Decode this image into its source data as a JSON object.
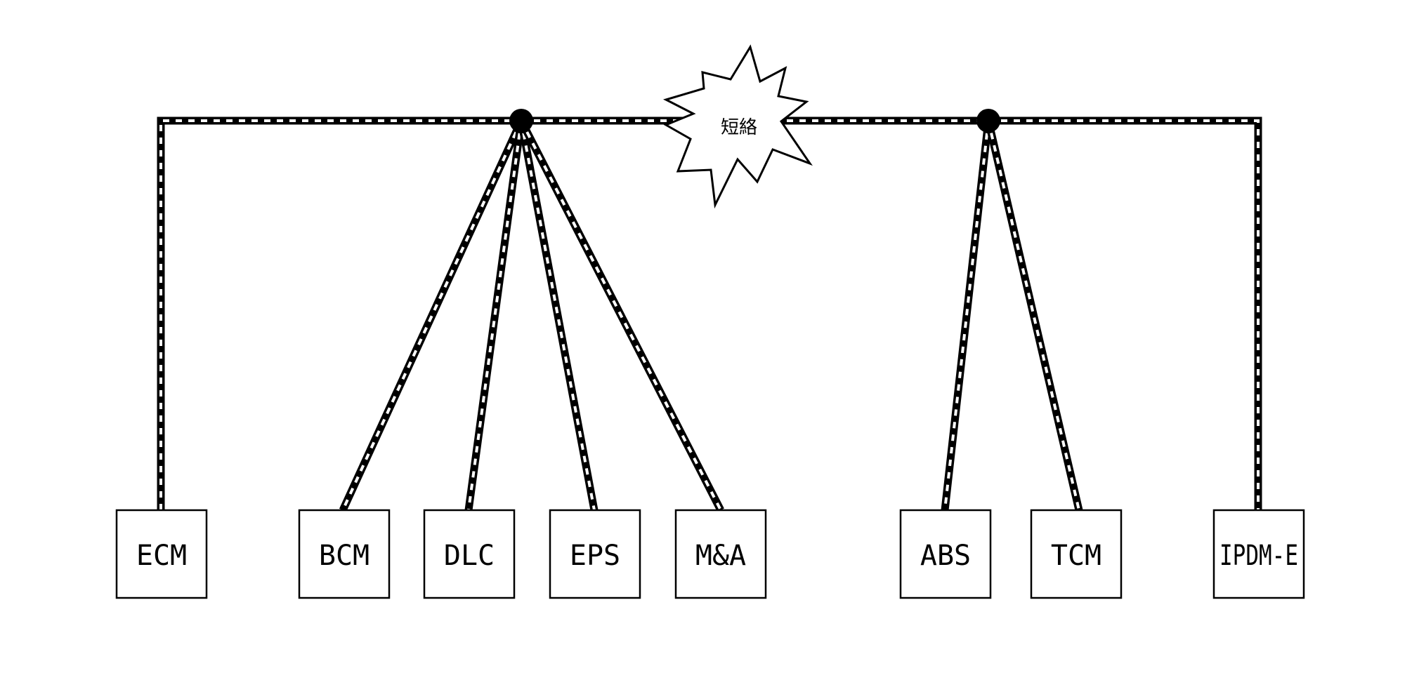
{
  "diagram": {
    "fault_label": "短絡",
    "nodes": [
      {
        "id": "ecm",
        "label": "ECM"
      },
      {
        "id": "bcm",
        "label": "BCM"
      },
      {
        "id": "dlc",
        "label": "DLC"
      },
      {
        "id": "eps",
        "label": "EPS"
      },
      {
        "id": "ma",
        "label": "M&A"
      },
      {
        "id": "abs",
        "label": "ABS"
      },
      {
        "id": "tcm",
        "label": "TCM"
      },
      {
        "id": "ipdm",
        "label": "IPDM-E"
      }
    ]
  },
  "colors": {
    "wire": "#000000",
    "wire_dash": "#ffffff",
    "background": "#ffffff"
  }
}
